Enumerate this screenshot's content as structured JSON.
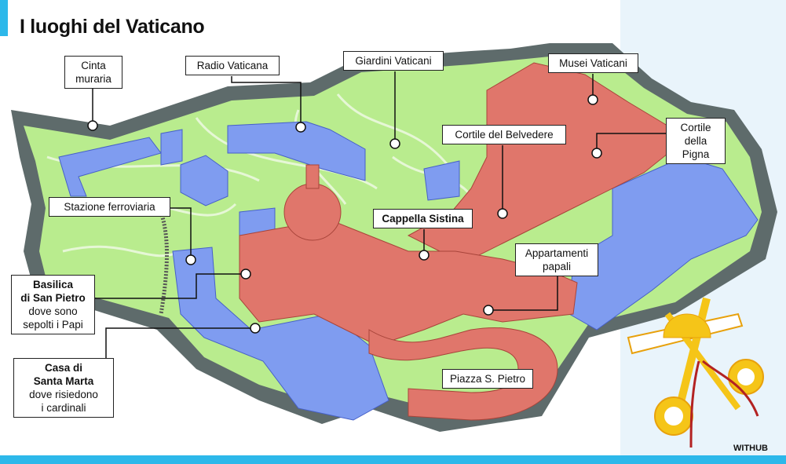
{
  "title": "I luoghi del Vaticano",
  "labels": {
    "cinta_muraria": [
      "Cinta",
      "muraria"
    ],
    "radio_vaticana": "Radio Vaticana",
    "giardini_vaticani": "Giardini Vaticani",
    "musei_vaticani": "Musei Vaticani",
    "cortile_belvedere": "Cortile del Belvedere",
    "cortile_pigna": [
      "Cortile",
      "della Pigna"
    ],
    "stazione_ferroviaria": "Stazione ferroviaria",
    "cappella_sistina": "Cappella Sistina",
    "appartamenti_papali": [
      "Appartamenti",
      "papali"
    ],
    "basilica": {
      "title": [
        "Basilica",
        "di San Pietro"
      ],
      "desc": [
        "dove sono",
        "sepolti i Papi"
      ]
    },
    "santa_marta": {
      "title": [
        "Casa di",
        "Santa Marta"
      ],
      "desc": [
        "dove risiedono",
        "i cardinali"
      ]
    },
    "piazza": "Piazza S. Pietro"
  },
  "credit": "WITHUB",
  "colors": {
    "accent": "#2db8ea",
    "wall": "#5e6b6b",
    "garden": "#b9ec8e",
    "museum": "#e0766b",
    "building": "#7f9cf0"
  }
}
